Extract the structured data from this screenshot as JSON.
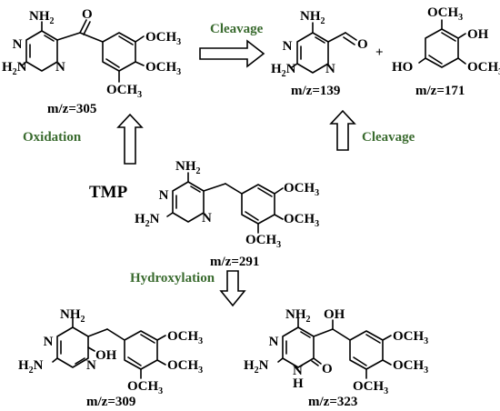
{
  "labels": {
    "tmp": "TMP",
    "mz_tmp": "m/z=291",
    "mz_oxidation_product": "m/z=305",
    "mz_aldehyde": "m/z=139",
    "mz_phenol": "m/z=171",
    "mz_hydroxylation_a": "m/z=309",
    "mz_hydroxylation_b": "m/z=323",
    "plus_sign": "+"
  },
  "steps": {
    "oxidation": "Oxidation",
    "cleavage_top": "Cleavage",
    "cleavage_right": "Cleavage",
    "hydroxylation": "Hydroxylation"
  },
  "atoms": {
    "nh2": "NH",
    "h2n": "H",
    "two": "2",
    "three": "3",
    "n": "N",
    "o": "O",
    "oh": "OH",
    "ho": "HO",
    "h": "H",
    "och": "OCH"
  },
  "colors": {
    "step_label": "#3a6b2f",
    "structure": "#000000"
  }
}
